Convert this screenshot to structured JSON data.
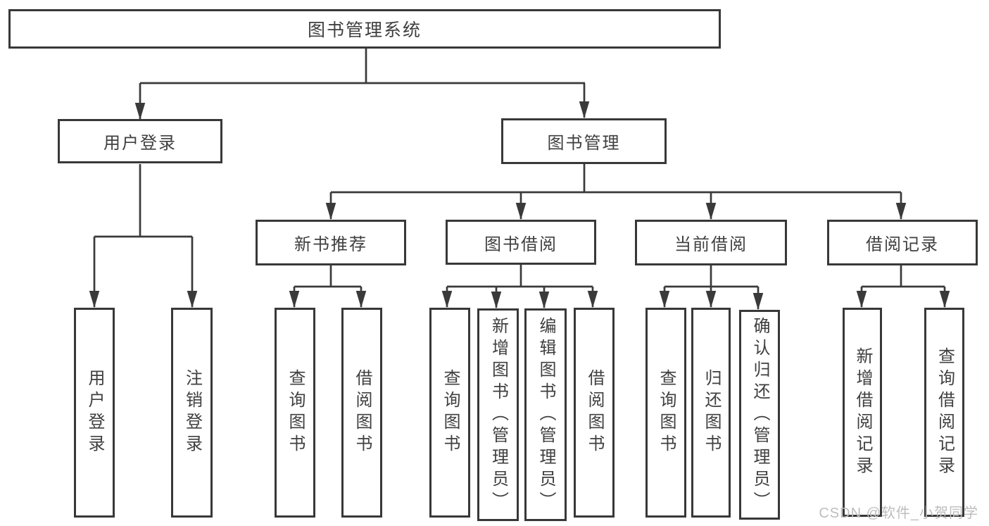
{
  "diagram": {
    "root": {
      "label": "图书管理系统"
    },
    "branches": [
      {
        "label": "用户登录",
        "children": [
          {
            "label": "用户登录"
          },
          {
            "label": "注销登录"
          }
        ]
      },
      {
        "label": "图书管理",
        "children": [
          {
            "label": "新书推荐",
            "children": [
              {
                "label": "查询图书"
              },
              {
                "label": "借阅图书"
              }
            ]
          },
          {
            "label": "图书借阅",
            "children": [
              {
                "label": "查询图书"
              },
              {
                "label": "新增图书（管理员）"
              },
              {
                "label": "编辑图书（管理员）"
              },
              {
                "label": "借阅图书"
              }
            ]
          },
          {
            "label": "当前借阅",
            "children": [
              {
                "label": "查询图书"
              },
              {
                "label": "归还图书"
              },
              {
                "label": "确认归还（管理员）"
              }
            ]
          },
          {
            "label": "借阅记录",
            "children": [
              {
                "label": "新增借阅记录"
              },
              {
                "label": "查询借阅记录"
              }
            ]
          }
        ]
      }
    ]
  },
  "watermark": {
    "text": "CSDN @软件_小贺同学"
  },
  "colors": {
    "line": "#3a3a3a",
    "text": "#3f3f3f",
    "watermark": "#bdbdbd",
    "background": "#ffffff"
  }
}
